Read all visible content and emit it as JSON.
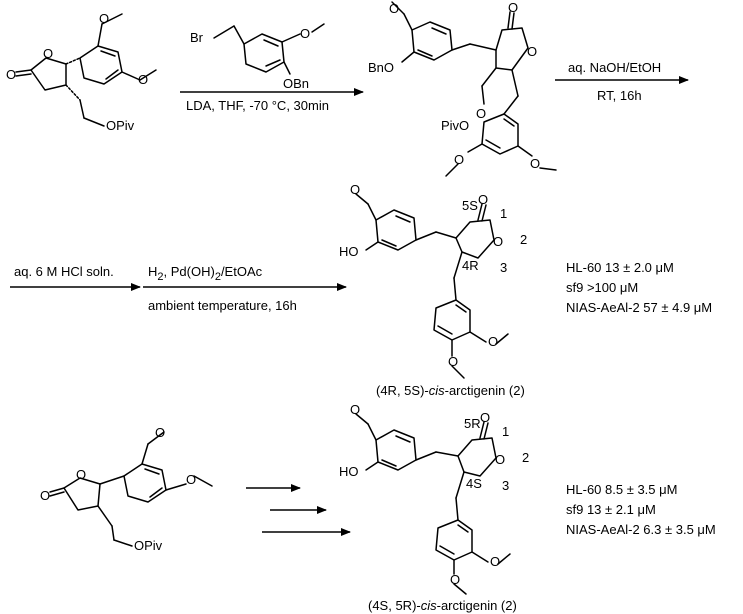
{
  "labels": {
    "O": "O",
    "OPiv": "OPiv",
    "PivO": "PivO",
    "BnO": "BnO",
    "OBn": "OBn",
    "Br": "Br",
    "HO": "HO",
    "num1": "1",
    "num2": "2",
    "num3": "3"
  },
  "step1": {
    "conditions": "LDA, THF, -70 °C, 30min"
  },
  "step2": {
    "reagent": "aq. NaOH/EtOH",
    "conditions": "RT, 16h"
  },
  "step3": {
    "reagent": "aq. 6 M HCl soln."
  },
  "step4": {
    "reagent_h": "H",
    "reagent_sub": "2",
    "reagent_rest": ", Pd(OH)",
    "reagent_sub2": "2",
    "reagent_end": "/EtOAc",
    "conditions": "ambient temperature, 16h"
  },
  "product1": {
    "c1": "5S",
    "c2": "4R",
    "name_prefix": "(4R, 5S)-",
    "name_italic": "cis",
    "name_suffix": "-arctigenin (2)",
    "activities": [
      "HL-60 13 ± 2.0 μM",
      "sf9 >100 μM",
      "NIAS-AeAl-2 57 ± 4.9 μM"
    ]
  },
  "product2": {
    "c1": "5R",
    "c2": "4S",
    "name_prefix": "(4S, 5R)-",
    "name_italic": "cis",
    "name_suffix": "-arctigenin (2)",
    "activities": [
      "HL-60 8.5 ± 3.5 μM",
      "sf9 13 ± 2.1 μM",
      "NIAS-AeAl-2 6.3 ± 3.5 μM"
    ]
  }
}
